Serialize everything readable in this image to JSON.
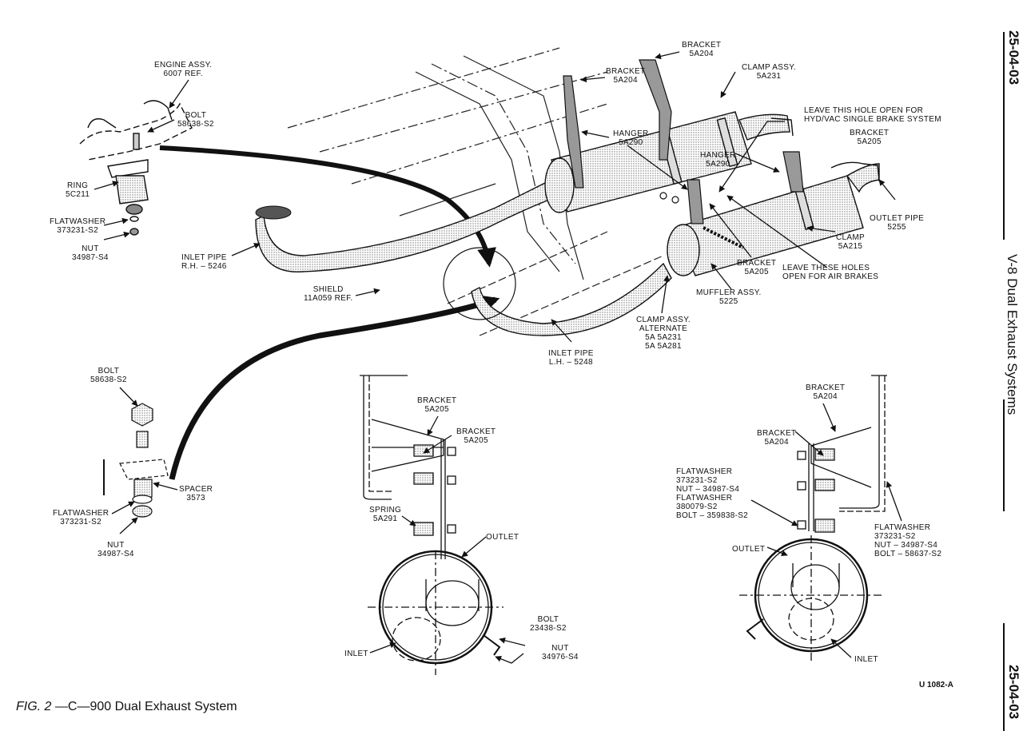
{
  "page": {
    "section_number_top": "25-04-03",
    "section_number_bottom": "25-04-03",
    "section_title": "V-8 Dual Exhaust Systems",
    "figure_label": "FIG. 2",
    "figure_title": "—C—900 Dual Exhaust System",
    "drawing_code": "U 1082-A"
  },
  "callouts": {
    "engine_assy": [
      "ENGINE ASSY.",
      "6007 REF."
    ],
    "bolt_top": [
      "BOLT",
      "58638-S2"
    ],
    "ring": [
      "RING",
      "5C211"
    ],
    "flatwasher_top": [
      "FLATWASHER",
      "373231-S2"
    ],
    "nut_top": [
      "NUT",
      "34987-S4"
    ],
    "inlet_pipe_rh": [
      "INLET PIPE",
      "R.H. – 5246"
    ],
    "shield": [
      "SHIELD",
      "11A059 REF."
    ],
    "bracket_a": [
      "BRACKET",
      "5A204"
    ],
    "bracket_b": [
      "BRACKET",
      "5A204"
    ],
    "clamp_assy": [
      "CLAMP ASSY.",
      "5A231"
    ],
    "hanger_a": [
      "HANGER",
      "5A290"
    ],
    "hanger_b": [
      "HANGER",
      "5A290"
    ],
    "leave_hole": [
      "LEAVE THIS HOLE OPEN FOR",
      "HYD/VAC SINGLE BRAKE SYSTEM"
    ],
    "bracket_c": [
      "BRACKET",
      "5A205"
    ],
    "outlet_pipe": [
      "OUTLET PIPE",
      "5255"
    ],
    "clamp": [
      "CLAMP",
      "5A215"
    ],
    "bracket_d": [
      "BRACKET",
      "5A205"
    ],
    "leave_holes_air": [
      "LEAVE THESE HOLES",
      "OPEN FOR AIR BRAKES"
    ],
    "muffler_assy": [
      "MUFFLER ASSY.",
      "5225"
    ],
    "clamp_alt": [
      "CLAMP ASSY.",
      "ALTERNATE",
      "5A 5A231",
      "5A 5A281"
    ],
    "inlet_pipe_lh": [
      "INLET PIPE",
      "L.H. – 5248"
    ],
    "bolt_left": [
      "BOLT",
      "58638-S2"
    ],
    "spacer": [
      "SPACER",
      "3573"
    ],
    "flatwasher_left": [
      "FLATWASHER",
      "373231-S2"
    ],
    "nut_left": [
      "NUT",
      "34987-S4"
    ],
    "bracket_m1": [
      "BRACKET",
      "5A205"
    ],
    "bracket_m2": [
      "BRACKET",
      "5A205"
    ],
    "spring": [
      "SPRING",
      "5A291"
    ],
    "outlet_m": [
      "OUTLET"
    ],
    "bolt_m": [
      "BOLT",
      "23438-S2"
    ],
    "nut_m": [
      "NUT",
      "34976-S4"
    ],
    "inlet_m": [
      "INLET"
    ],
    "bracket_r1": [
      "BRACKET",
      "5A204"
    ],
    "bracket_r2": [
      "BRACKET",
      "5A204"
    ],
    "hardware_r_left": [
      "FLATWASHER",
      "373231-S2",
      "NUT – 34987-S4",
      "FLATWASHER",
      "380079-S2",
      "BOLT – 359838-S2"
    ],
    "hardware_r_right": [
      "FLATWASHER",
      "373231-S2",
      "NUT – 34987-S4",
      "BOLT – 58637-S2"
    ],
    "outlet_r": [
      "OUTLET"
    ],
    "inlet_r": [
      "INLET"
    ]
  }
}
